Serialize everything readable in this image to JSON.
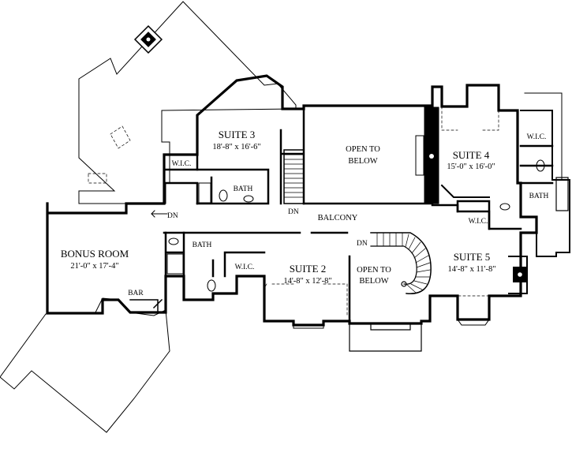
{
  "rooms": {
    "suite3": {
      "name": "SUITE 3",
      "dims": "18'-8\" x 16'-6\""
    },
    "open_to_below_top": {
      "line1": "OPEN TO",
      "line2": "BELOW"
    },
    "suite4": {
      "name": "SUITE 4",
      "dims": "15'-0\" x 16'-0\""
    },
    "bonus_room": {
      "name": "BONUS ROOM",
      "dims": "21'-0\" x 17'-4\""
    },
    "suite2": {
      "name": "SUITE 2",
      "dims": "14'-8\" x 12'-8\""
    },
    "open_to_below_stair": {
      "line1": "OPEN TO",
      "line2": "BELOW"
    },
    "suite5": {
      "name": "SUITE 5",
      "dims": "14'-8\" x 11'-8\""
    }
  },
  "labels": {
    "wic_suite3": "W.I.C.",
    "bath_suite3": "BATH",
    "wic_suite4": "W.I.C.",
    "bath_suite4": "BATH",
    "wic_suite5": "W.I.C.",
    "bath_bonus": "BATH",
    "wic_suite2": "W.I.C.",
    "bar": "BAR",
    "balcony": "BALCONY",
    "dn_left": "DN",
    "dn_stair_top": "DN",
    "dn_stair_curved": "DN"
  }
}
